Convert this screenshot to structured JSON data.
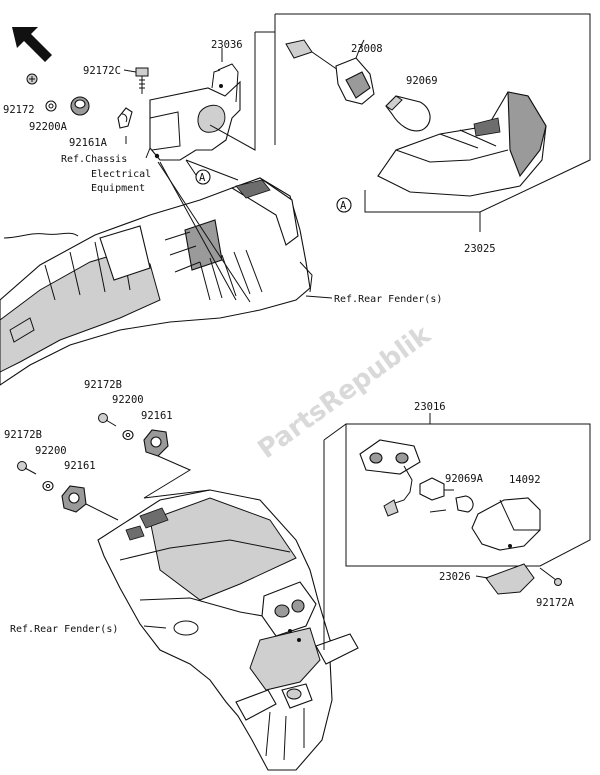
{
  "labels": {
    "p23036": "23036",
    "p92172C": "92172C",
    "p92172": "92172",
    "p92200A": "92200A",
    "p92161A": "92161A",
    "ref_chassis_1": "Ref.Chassis",
    "ref_chassis_2": "Electrical",
    "ref_chassis_3": "Equipment",
    "p23008": "23008",
    "p92069": "92069",
    "p23025": "23025",
    "ref_rear_fender_top": "Ref.Rear Fender(s)",
    "ref_rear_fender_bottom": "Ref.Rear Fender(s)",
    "p92172B_a": "92172B",
    "p92200_a": "92200",
    "p92161_a": "92161",
    "p92172B_b": "92172B",
    "p92200_b": "92200",
    "p92161_b": "92161",
    "p23016": "23016",
    "p92069A": "92069A",
    "p14092": "14092",
    "p23026": "23026",
    "p92172A": "92172A",
    "callout_a1": "A",
    "callout_a2": "A",
    "watermark": "PartsRepublik"
  },
  "icons": {
    "orientation": "front-direction-arrow-icon",
    "watermark_logo": "parts-republik-logo-icon"
  },
  "colors": {
    "line": "#111111",
    "watermark": "#d9d9d9"
  }
}
